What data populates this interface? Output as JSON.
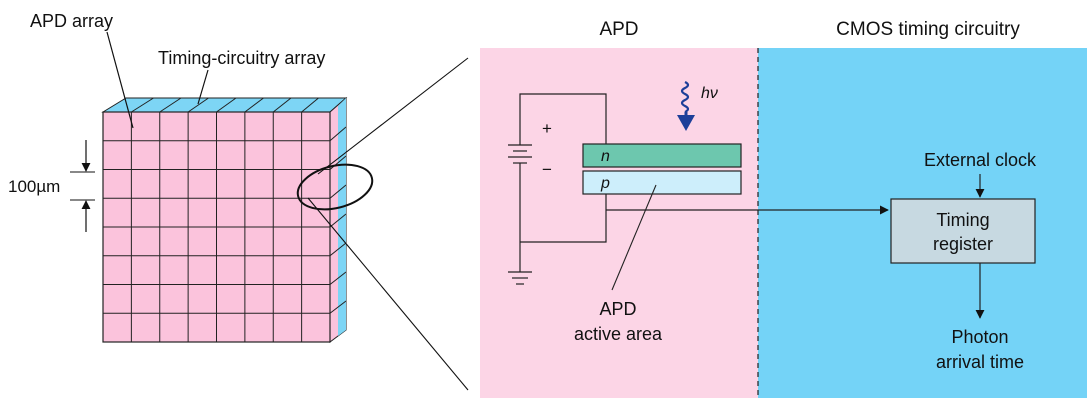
{
  "left_panel": {
    "apd_array_label": "APD array",
    "timing_array_label": "Timing-circuitry array",
    "pitch_label": "100µm"
  },
  "apd_panel": {
    "title": "APD",
    "photon_label": "hν",
    "plus": "+",
    "minus": "−",
    "n_label": "n",
    "p_label": "p",
    "active_area_line1": "APD",
    "active_area_line2": "active area"
  },
  "cmos_panel": {
    "title": "CMOS timing circuitry",
    "external_clock": "External clock",
    "register_line1": "Timing",
    "register_line2": "register",
    "output_line1": "Photon",
    "output_line2": "arrival time"
  },
  "colors": {
    "apd_background": "#fcd5e6",
    "cmos_background": "#74d3f7",
    "pixel_pink": "#fbc3dc",
    "pixel_blue": "#7dd5f5",
    "n_layer": "#6dc7ae",
    "p_layer": "#cdeefb",
    "register_fill": "#c7d9e1",
    "photon_arrow": "#1d3f99"
  }
}
